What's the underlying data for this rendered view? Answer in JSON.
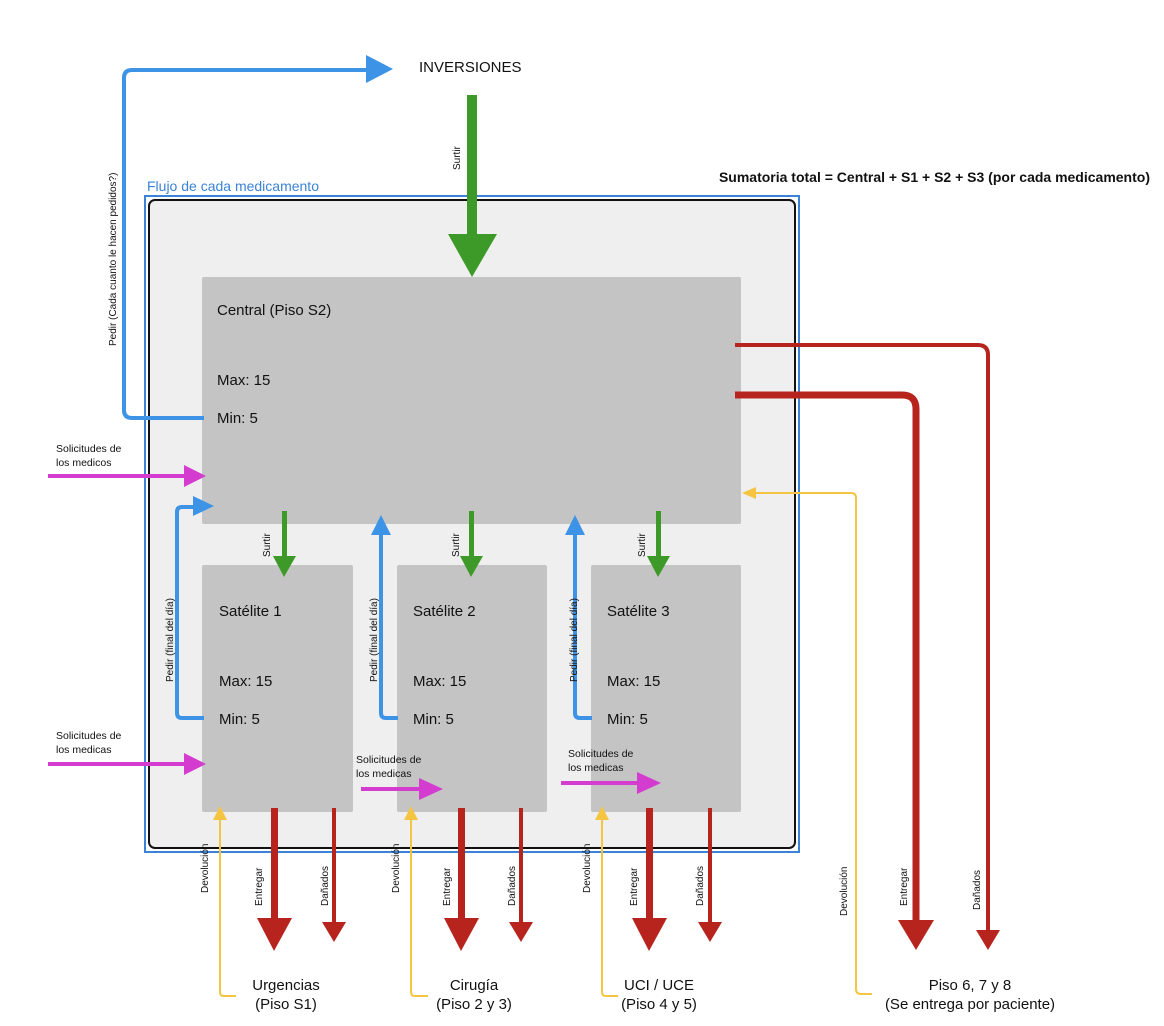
{
  "diagram": {
    "top_target": "INVERSIONES",
    "summary": "Sumatoria total = Central + S1 + S2 + S3 (por cada medicamento)",
    "frame_title": "Flujo de cada medicamento",
    "central": {
      "title": "Central (Piso S2)",
      "max": "Max: 15",
      "min": "Min: 5"
    },
    "satellites": [
      {
        "title": "Satélite 1",
        "max": "Max: 15",
        "min": "Min: 5"
      },
      {
        "title": "Satélite 2",
        "max": "Max: 15",
        "min": "Min: 5"
      },
      {
        "title": "Satélite 3",
        "max": "Max: 15",
        "min": "Min: 5"
      }
    ],
    "labels": {
      "order_central": "Pedir (Cada cuanto le hacen pedidos?)",
      "supply": "Surtir",
      "order_end_of_day": "Pedir (final del día)",
      "requests_1_line1": "Solicitudes de",
      "requests_1_line2": "los medicos",
      "requests_2_line1": "Solicitudes de",
      "requests_2_line2": "los medicas",
      "return": "Devolución",
      "deliver": "Entregar",
      "damaged": "Dañados"
    },
    "destinations": [
      {
        "line1": "Urgencias",
        "line2": "(Piso S1)"
      },
      {
        "line1": "Cirugía",
        "line2": "(Piso 2 y 3)"
      },
      {
        "line1": "UCI / UCE",
        "line2": "(Piso 4 y 5)"
      },
      {
        "line1": "Piso 6, 7 y 8",
        "line2": "(Se entrega por paciente)"
      }
    ],
    "colors": {
      "order": "#3d93e6",
      "supply": "#3e9a28",
      "deliver": "#b7231d",
      "requests": "#d43cd0",
      "return": "#f5c542",
      "frame": "#3b83d6",
      "box": "#c4c4c4"
    }
  }
}
